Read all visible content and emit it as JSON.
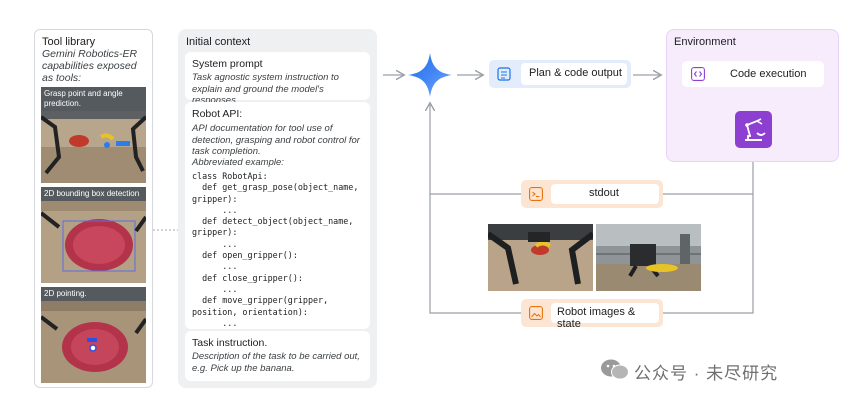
{
  "tool_library": {
    "title": "Tool library",
    "subtitle": "Gemini Robotics-ER capabilities exposed as tools:",
    "tools": [
      {
        "label": "Grasp point and angle prediction."
      },
      {
        "label": "2D bounding box detection"
      },
      {
        "label": "2D pointing."
      }
    ]
  },
  "initial_context": {
    "title": "Initial context",
    "system_prompt": {
      "title": "System prompt",
      "body": "Task agnostic system instruction to explain and ground the model's responses."
    },
    "robot_api": {
      "title": "Robot API:",
      "body": "API documentation for tool use of detection, grasping and robot control for task completion.",
      "example_label": "Abbreviated example:",
      "code": "class RobotApi:\n  def get_grasp_pose(object_name,\ngripper):\n      ...\n  def detect_object(object_name,\ngripper):\n      ...\n  def open_gripper():\n      ...\n  def close_gripper():\n      ...\n  def move_gripper(gripper,\nposition, orientation):\n      ..."
    },
    "task_instruction": {
      "title": "Task instruction.",
      "body": "Description of the task to be carried out, e.g. Pick up the banana."
    }
  },
  "model": {
    "icon": "gemini-sparkle-icon",
    "color": "#4285f4"
  },
  "plan_output": {
    "label": "Plan & code output",
    "icon": "plan-document-icon"
  },
  "environment": {
    "title": "Environment",
    "code_execution": {
      "label": "Code execution",
      "icon": "code-brackets-icon"
    },
    "robot": {
      "icon": "robot-arm-icon",
      "color": "#8d3fd1"
    }
  },
  "stdout": {
    "label": "stdout",
    "icon": "terminal-icon"
  },
  "robot_images": {
    "label": "Robot images & state",
    "icon": "image-icon"
  },
  "watermark": {
    "text": "公众号 · 未尽研究"
  }
}
